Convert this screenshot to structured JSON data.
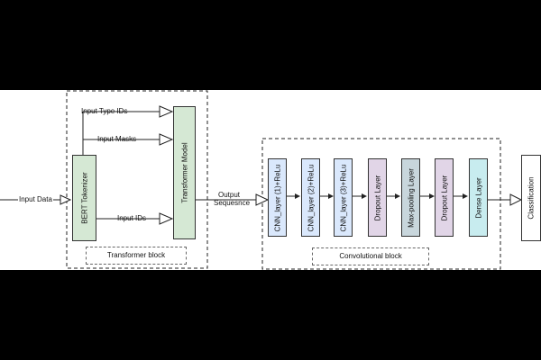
{
  "input_label": "Input Data",
  "transformer": {
    "type_ids": "Input Type IDs",
    "masks": "Input Masks",
    "ids": "Input IDs",
    "tokenizer": "BERT Tokenizer",
    "model": "Transformer  Model",
    "block_label": "Transformer block"
  },
  "output": {
    "line1": "Output",
    "line2": "Sequesnce"
  },
  "conv": {
    "layers": [
      {
        "label": "CNN_layer (1)+ReLu",
        "color": "#dae8fc"
      },
      {
        "label": "CNN_layer (2)+ReLu",
        "color": "#dae8fc"
      },
      {
        "label": "CNN_layer (3)+ReLu",
        "color": "#dae8fc"
      },
      {
        "label": "Dropout Layer",
        "color": "#e1d5e7"
      },
      {
        "label": "Max-pooling Layer",
        "color": "#c8d6dc"
      },
      {
        "label": "Dropout Layer",
        "color": "#e1d5e7"
      },
      {
        "label": "Dense Layer",
        "color": "#c8ecef"
      }
    ],
    "block_label": "Convolutional block"
  },
  "classification": "Classification",
  "colors": {
    "tokenizer": "#d5e8d4",
    "model": "#d5e8d4",
    "classification": "#ffffff"
  }
}
